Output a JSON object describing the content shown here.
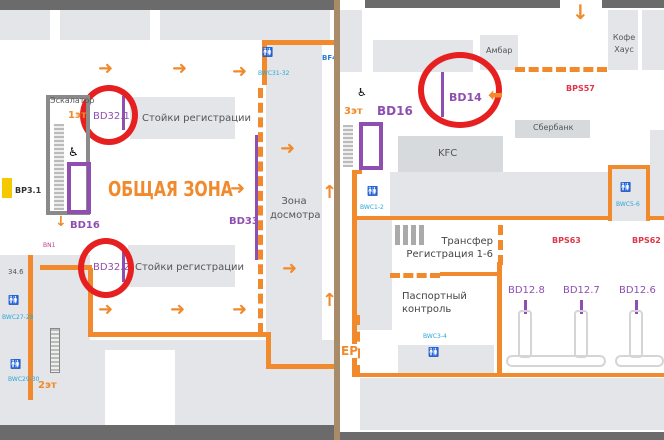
{
  "left": {
    "checkin_1": {
      "code": "BD32.1",
      "label": "Стойки регистрации"
    },
    "checkin_2": {
      "code": "BD32.2",
      "label": "Стойки регистрации"
    },
    "escalator": "Эскалатор",
    "floor_1": "1эт",
    "floor_2": "2эт",
    "bd16": "BD16",
    "common_zone": "ОБЩАЯ ЗОНА",
    "bd33": "BD33",
    "security_zone": "Зона досмотра",
    "bp31": "BP3.1",
    "bn1": "BN1",
    "room": "34.6",
    "wc_31_32": "BWC31-32",
    "wc_27_28": "BWC27-28",
    "wc_29_30": "BWC29-30",
    "bf4": "BF4",
    "edge_text": "EP"
  },
  "right": {
    "bd14": "BD14",
    "bd16": "BD16",
    "floor_3": "3эт",
    "ambar": "Амбар",
    "coffee": "Кофе Хаус",
    "bps57": "BPS57",
    "sberbank": "Сбербанк",
    "kfc": "KFC",
    "wc_1_2": "BWC1-2",
    "wc_5_6": "BWC5-6",
    "wc_3_4": "BWC3-4",
    "transfer": "Трансфер Регистрация 1-6",
    "passport": "Паспортный контроль",
    "bps63": "BPS63",
    "bps62": "BPS62",
    "gates": [
      "BD12.8",
      "BD12.7",
      "BD12.6"
    ]
  },
  "colors": {
    "route": "#f08a2c",
    "gate": "#8e4fb0",
    "highlight": "#e62020",
    "wc": "#2aa7d8"
  }
}
